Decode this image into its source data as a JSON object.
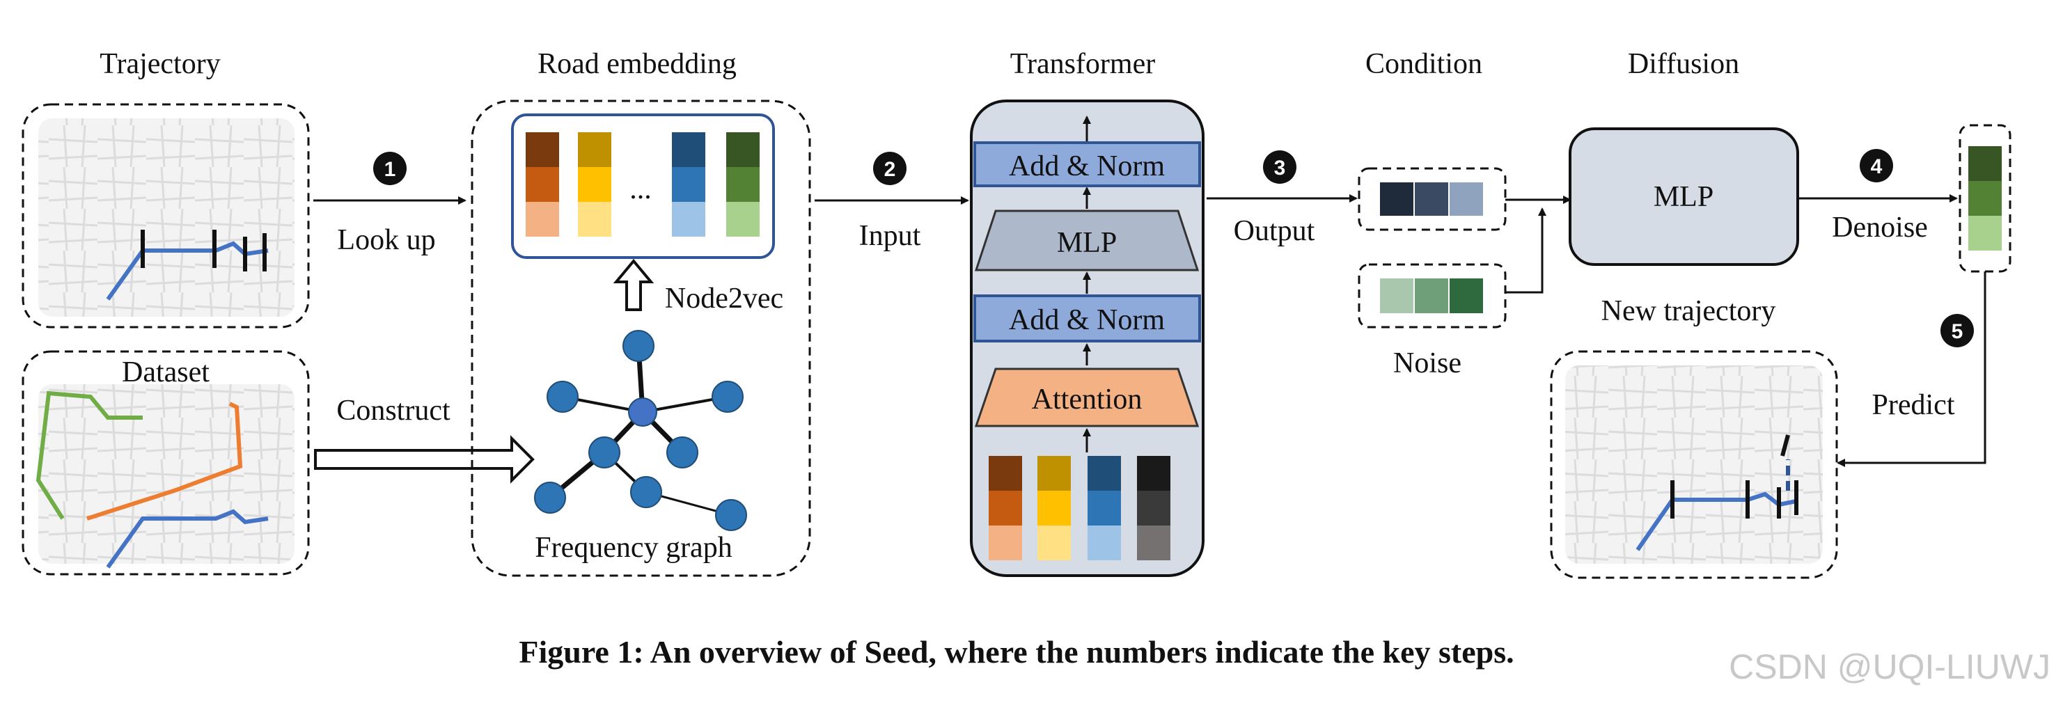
{
  "labels": {
    "trajectory": "Trajectory",
    "road_embedding": "Road embedding",
    "transformer": "Transformer",
    "condition": "Condition",
    "diffusion": "Diffusion",
    "dataset": "Dataset",
    "look_up": "Look up",
    "construct": "Construct",
    "node2vec": "Node2vec",
    "frequency_graph": "Frequency graph",
    "ellipsis": "...",
    "input": "Input",
    "output": "Output",
    "noise": "Noise",
    "denoise": "Denoise",
    "new_trajectory": "New trajectory",
    "predict": "Predict"
  },
  "transformer_blocks": {
    "add_norm_top": "Add & Norm",
    "mlp": "MLP",
    "add_norm_bottom": "Add & Norm",
    "attention": "Attention"
  },
  "diffusion_block": {
    "mlp": "MLP"
  },
  "steps": [
    "1",
    "2",
    "3",
    "4",
    "5"
  ],
  "caption": "Figure 1: An overview of Seed, where the numbers indicate the key steps.",
  "watermark": "CSDN @UQI-LIUWJ",
  "colors": {
    "embed_brown": [
      "#7a3a0e",
      "#c55a11",
      "#f4b183"
    ],
    "embed_gold": [
      "#bf9000",
      "#ffc000",
      "#ffe083"
    ],
    "embed_blue": [
      "#1f4e79",
      "#2e75b6",
      "#9dc3e6"
    ],
    "embed_green": [
      "#375623",
      "#548235",
      "#a9d18e"
    ],
    "embed_gray": [
      "#1a1a1a",
      "#3a3a3a",
      "#767171"
    ],
    "condition": [
      "#1f2a3a",
      "#3a4a63",
      "#8fa3bf"
    ],
    "block_blue": "#8eaadb",
    "block_gray": "#adb9ca",
    "block_orange": "#f4b183",
    "transformer_bg": "#d6dce5",
    "node_blue": "#2e75b6",
    "route_blue": "#4472c4",
    "route_orange": "#ed7d31",
    "route_green": "#70ad47"
  }
}
